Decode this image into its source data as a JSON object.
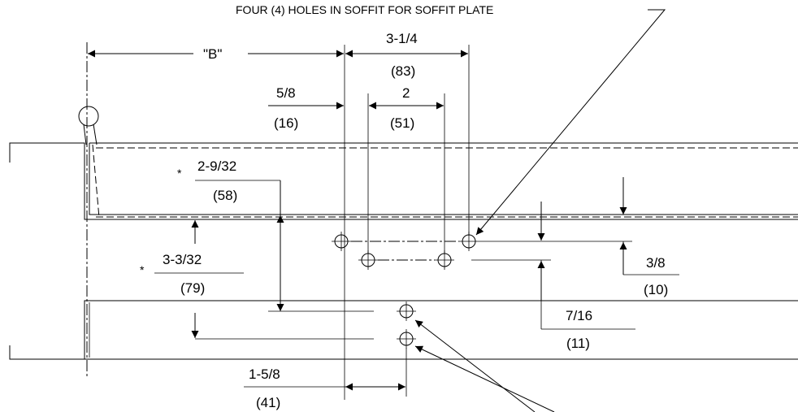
{
  "callouts": {
    "soffit_holes": "FOUR (4) HOLES IN SOFFIT FOR SOFFIT PLATE"
  },
  "dimensions": {
    "b": "\"B\"",
    "d_3_1_4": "3-1/4",
    "d_3_1_4_mm": "(83)",
    "d_5_8": "5/8",
    "d_5_8_mm": "(16)",
    "d_2": "2",
    "d_2_mm": "(51)",
    "d_2_9_32": "2-9/32",
    "d_2_9_32_mm": "(58)",
    "d_3_3_32": "3-3/32",
    "d_3_3_32_mm": "(79)",
    "d_3_8": "3/8",
    "d_3_8_mm": "(10)",
    "d_7_16": "7/16",
    "d_7_16_mm": "(11)",
    "d_1_5_8": "1-5/8",
    "d_1_5_8_mm": "(41)",
    "asterisk": "*"
  }
}
